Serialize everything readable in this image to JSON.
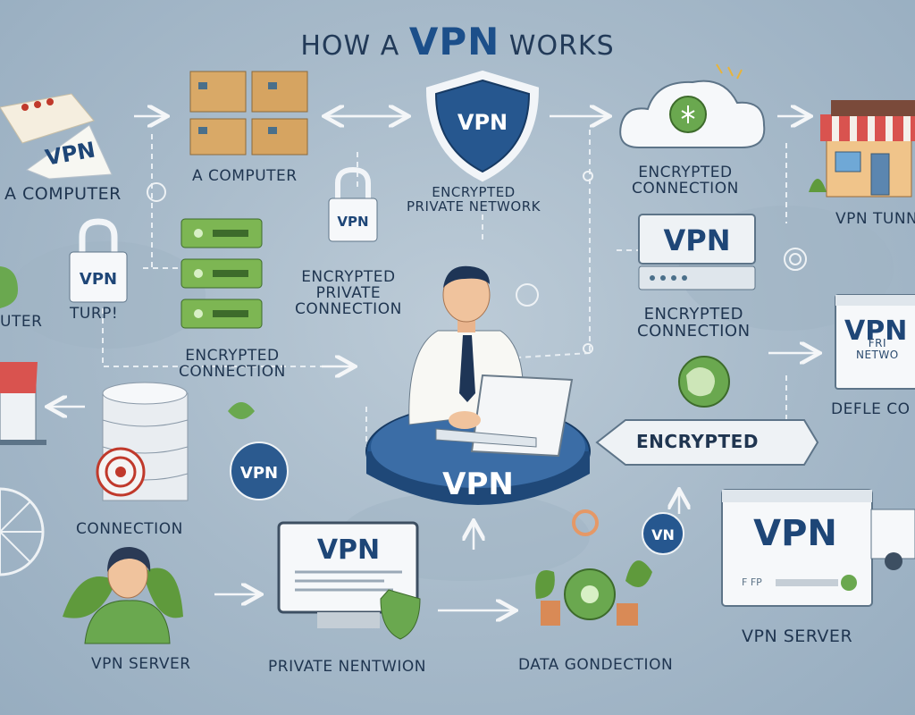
{
  "title": {
    "prefix": "HOW A",
    "highlight": "VPN",
    "suffix": "WORKS"
  },
  "icon_text": {
    "vpn": "VPN",
    "vn": "VN",
    "fp": "F FP"
  },
  "labels": {
    "a_computer_left": "A COMPUTER",
    "a_computer_mid": "A COMPUTER",
    "encrypted_private_network": "ENCRYPTED\nPRIVATE NETWORK",
    "encrypted_connection_top": "ENCRYPTED\nCONNECTION",
    "vpn_tunnel": "VPN TUNN",
    "turp": "TURP!",
    "uter": "UTER",
    "encrypted_private_connection": "ENCRYPTED\nPRIVATE\nCONNECTION",
    "encrypted_connection_left": "ENCRYPTED\nCONNECTION",
    "encrypted_connection_right": "ENCRYPTED\nCONNECTION",
    "define_co": "DEFLE CO",
    "encrypted_banner": "ENCRYPTED",
    "connection": "CONNECTION",
    "vpn_server_left": "VPN SERVER",
    "private_network": "PRIVATE NENTWION",
    "data_connection": "DATA GONDECTION",
    "vpn_server_right": "VPN SERVER",
    "fr_network": "FRI\nNETWO"
  },
  "colors": {
    "accent_blue": "#1e4677",
    "shield_blue": "#26578f",
    "green": "#6aa84f",
    "background": "#a9bccb"
  }
}
